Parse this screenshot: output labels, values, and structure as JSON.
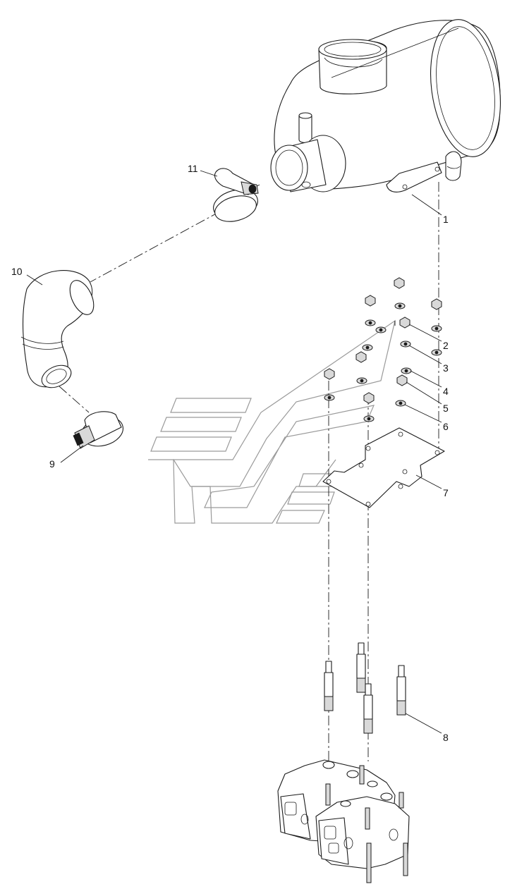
{
  "callouts": [
    "1",
    "2",
    "3",
    "4",
    "5",
    "6",
    "7",
    "8",
    "9",
    "10",
    "11"
  ],
  "icons": {
    "watermark": "brand-watermark-outline"
  }
}
